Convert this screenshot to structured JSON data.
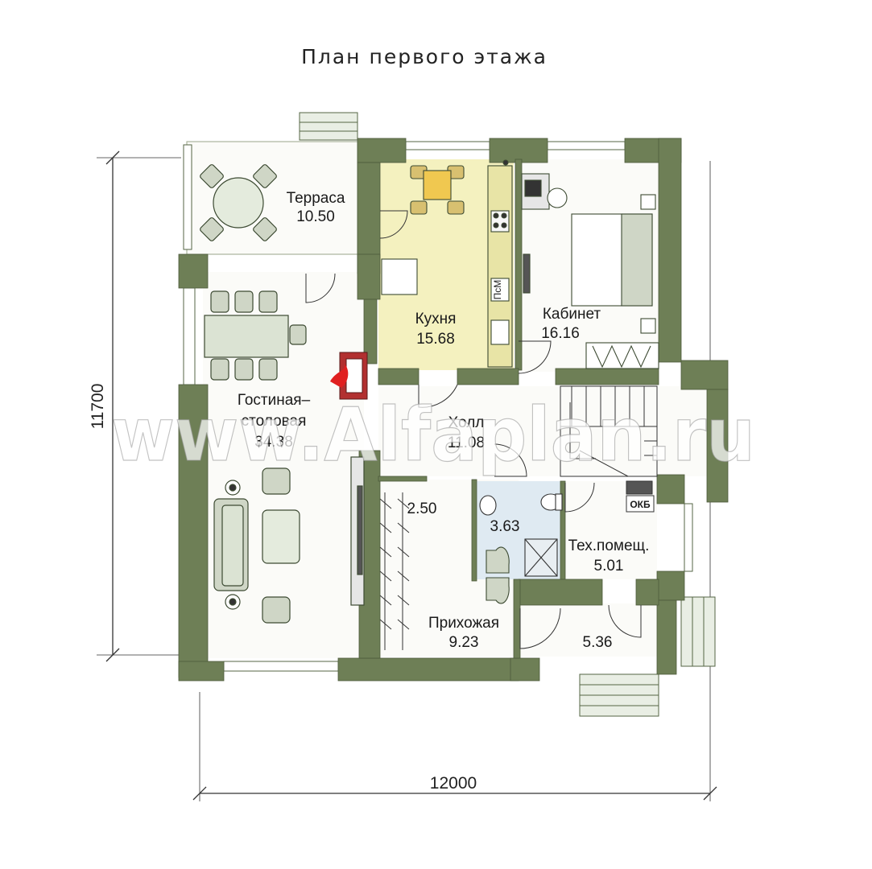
{
  "title": "План первого этажа",
  "dimensions": {
    "height": "11700",
    "width": "12000"
  },
  "rooms": {
    "terrace": {
      "name": "Терраса",
      "area": "10.50"
    },
    "kitchen": {
      "name": "Кухня",
      "area": "15.68"
    },
    "office": {
      "name": "Кабинет",
      "area": "16.16"
    },
    "living": {
      "name_line1": "Гостиная–",
      "name_line2": "столовая",
      "area": "34.38"
    },
    "hall": {
      "name": "Холл",
      "area": "11.08"
    },
    "closet": {
      "area": "2.50"
    },
    "bathroom": {
      "area": "3.63"
    },
    "tech": {
      "name": "Тех.помещ.",
      "area": "5.01"
    },
    "entry": {
      "name": "Прихожая",
      "area": "9.23"
    },
    "vestibule": {
      "area": "5.36"
    }
  },
  "fixtures": {
    "fridge_label": "ПсМ",
    "boiler_label": "ОКБ"
  },
  "watermark": "www.Alfaplan.ru",
  "colors": {
    "wall": "#6e7f56",
    "kitchen_floor": "#f4f1bf",
    "floor": "#fbfbf8",
    "furniture": "#cfd6c6"
  }
}
